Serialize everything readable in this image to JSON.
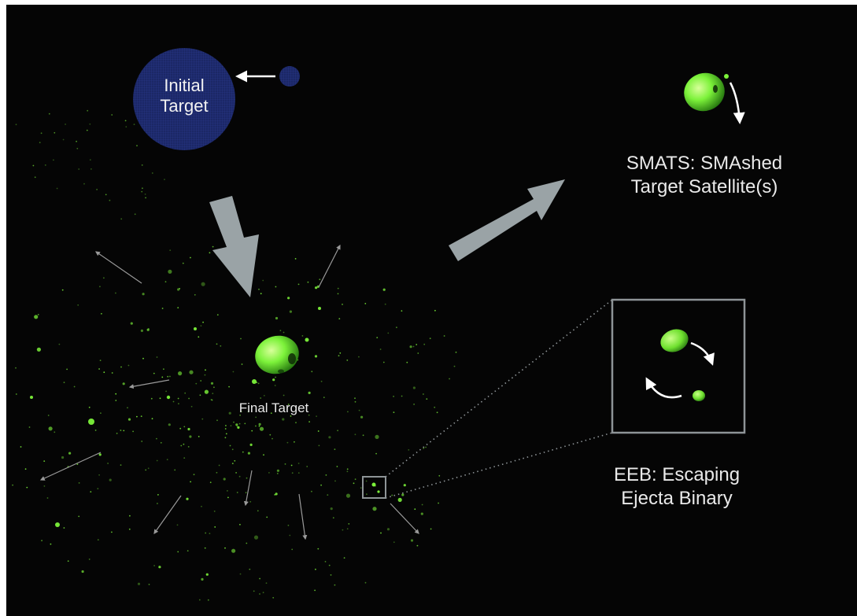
{
  "labels": {
    "initial_target_line1": "Initial",
    "initial_target_line2": "Target",
    "final_target": "Final Target",
    "smats_line1": "SMATS: SMAshed",
    "smats_line2": "Target Satellite(s)",
    "eeb_line1": "EEB: Escaping",
    "eeb_line2": "Ejecta Binary"
  },
  "colors": {
    "background": "#050505",
    "body_green": "#7cf23a",
    "initial_target_blue": "#1e2a78",
    "big_arrow_gray": "#9aa3a6",
    "inset_frame": "#8e9497",
    "label_text": "#e9e9e9"
  }
}
